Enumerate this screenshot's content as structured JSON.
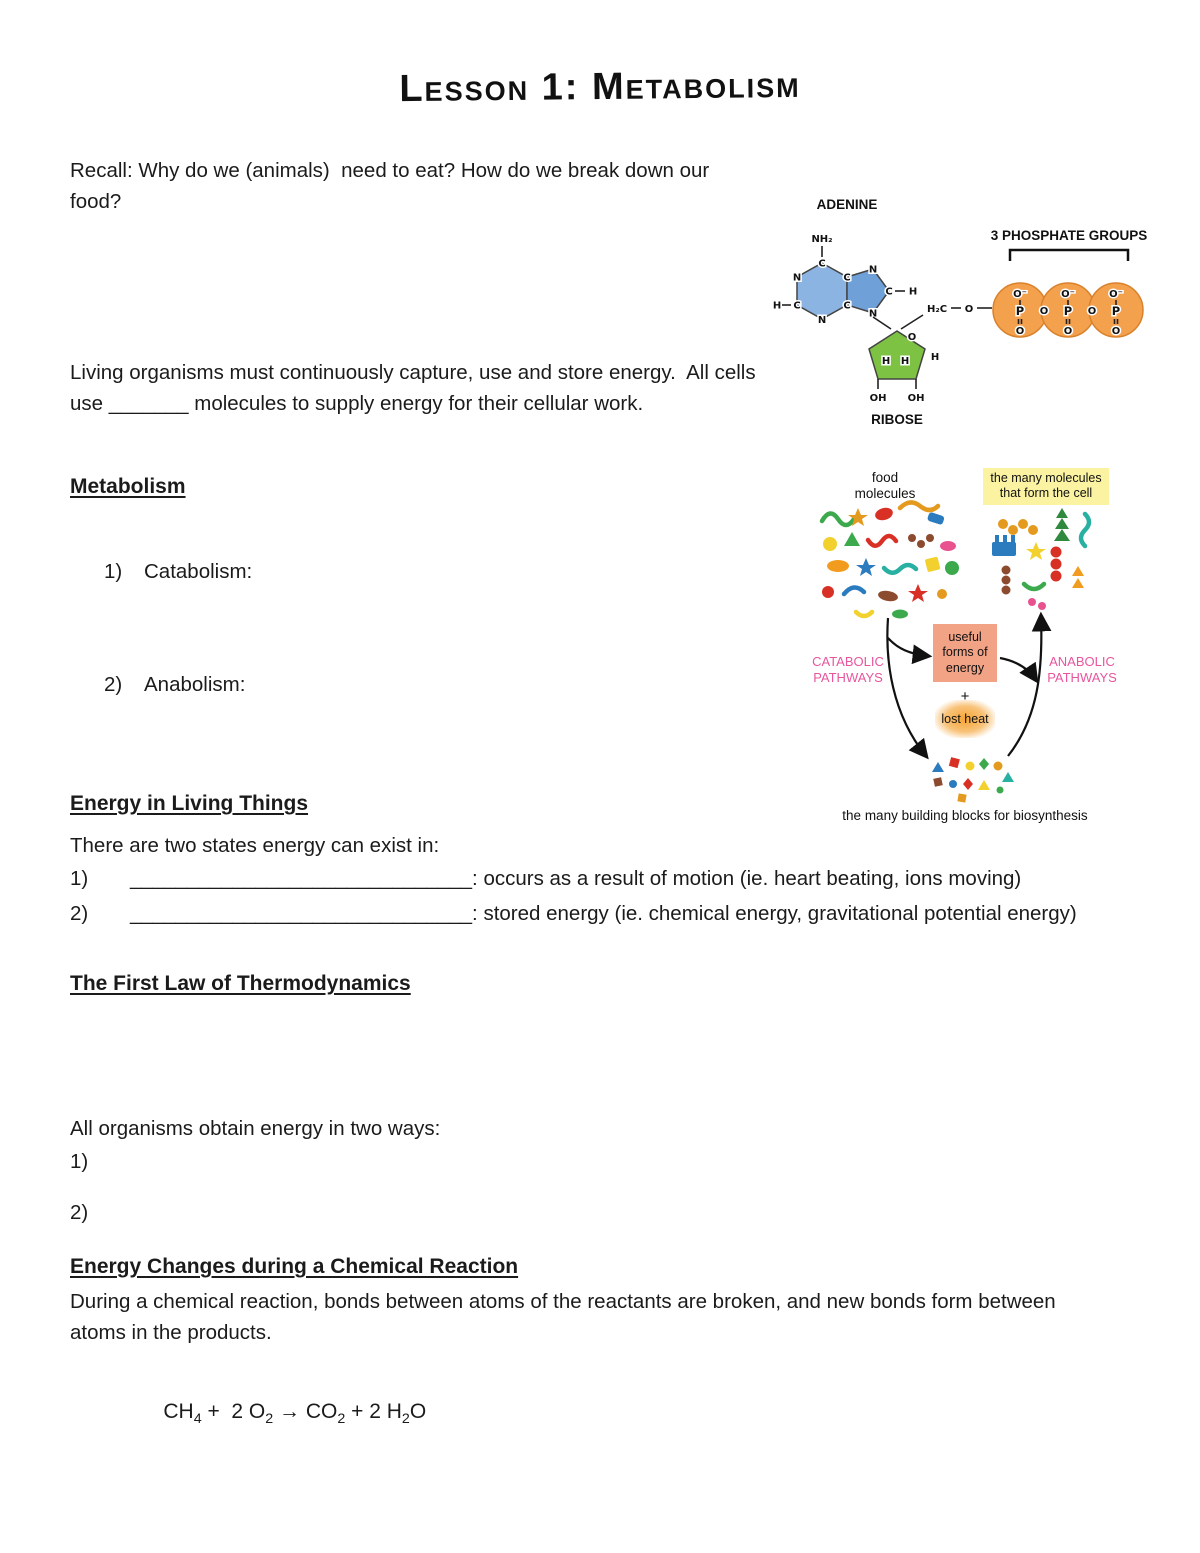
{
  "doc": {
    "title": "Lesson 1: Metabolism",
    "recall": "Recall: Why do we (animals)  need to eat? How do we break down our food?",
    "living": "Living organisms must continuously capture, use and store energy.  All cells use _______ molecules to supply energy for their cellular work.",
    "metabolism_heading": "Metabolism",
    "catabolism_num": "1)",
    "catabolism_label": "Catabolism:",
    "anabolism_num": "2)",
    "anabolism_label": "Anabolism:",
    "energy_heading": "Energy in Living Things",
    "energy_intro": "There are two states energy can exist in:",
    "state1_num": "1)",
    "state1_blank": "______________________________",
    "state1_text": ": occurs as a result of motion (ie. heart beating, ions moving)",
    "state2_num": "2)",
    "state2_blank": "______________________________",
    "state2_text": ": stored energy (ie. chemical energy, gravitational potential energy)",
    "firstlaw_heading": "The First Law of Thermodynamics",
    "obtain_intro": "All organisms obtain energy in two ways:",
    "obtain1": "1)",
    "obtain2": "2)",
    "changes_heading": "Energy Changes during a Chemical Reaction",
    "changes_body": "During a chemical reaction, bonds between atoms of the reactants are broken, and new bonds form between atoms in the products.",
    "equation": [
      "CH",
      "4",
      " +  2 O",
      "2",
      " → CO",
      "2",
      " + 2 H",
      "2",
      "O"
    ]
  },
  "atp": {
    "adenine": "ADENINE",
    "phosphate_groups": "3 PHOSPHATE GROUPS",
    "ribose": "RIBOSE",
    "nh2": "NH₂",
    "h2c": "H₂C",
    "n": "N",
    "c": "C",
    "h": "H",
    "o": "O",
    "o_minus": "O⁻",
    "p": "P",
    "oh": "OH"
  },
  "cycle": {
    "food": "food molecules",
    "cell": "the many molecules that form the cell",
    "catabolic": "CATABOLIC PATHWAYS",
    "anabolic": "ANABOLIC PATHWAYS",
    "useful": "useful forms of energy",
    "plus": "+",
    "lost_heat": "lost heat",
    "blocks": "the many building blocks for biosynthesis"
  }
}
